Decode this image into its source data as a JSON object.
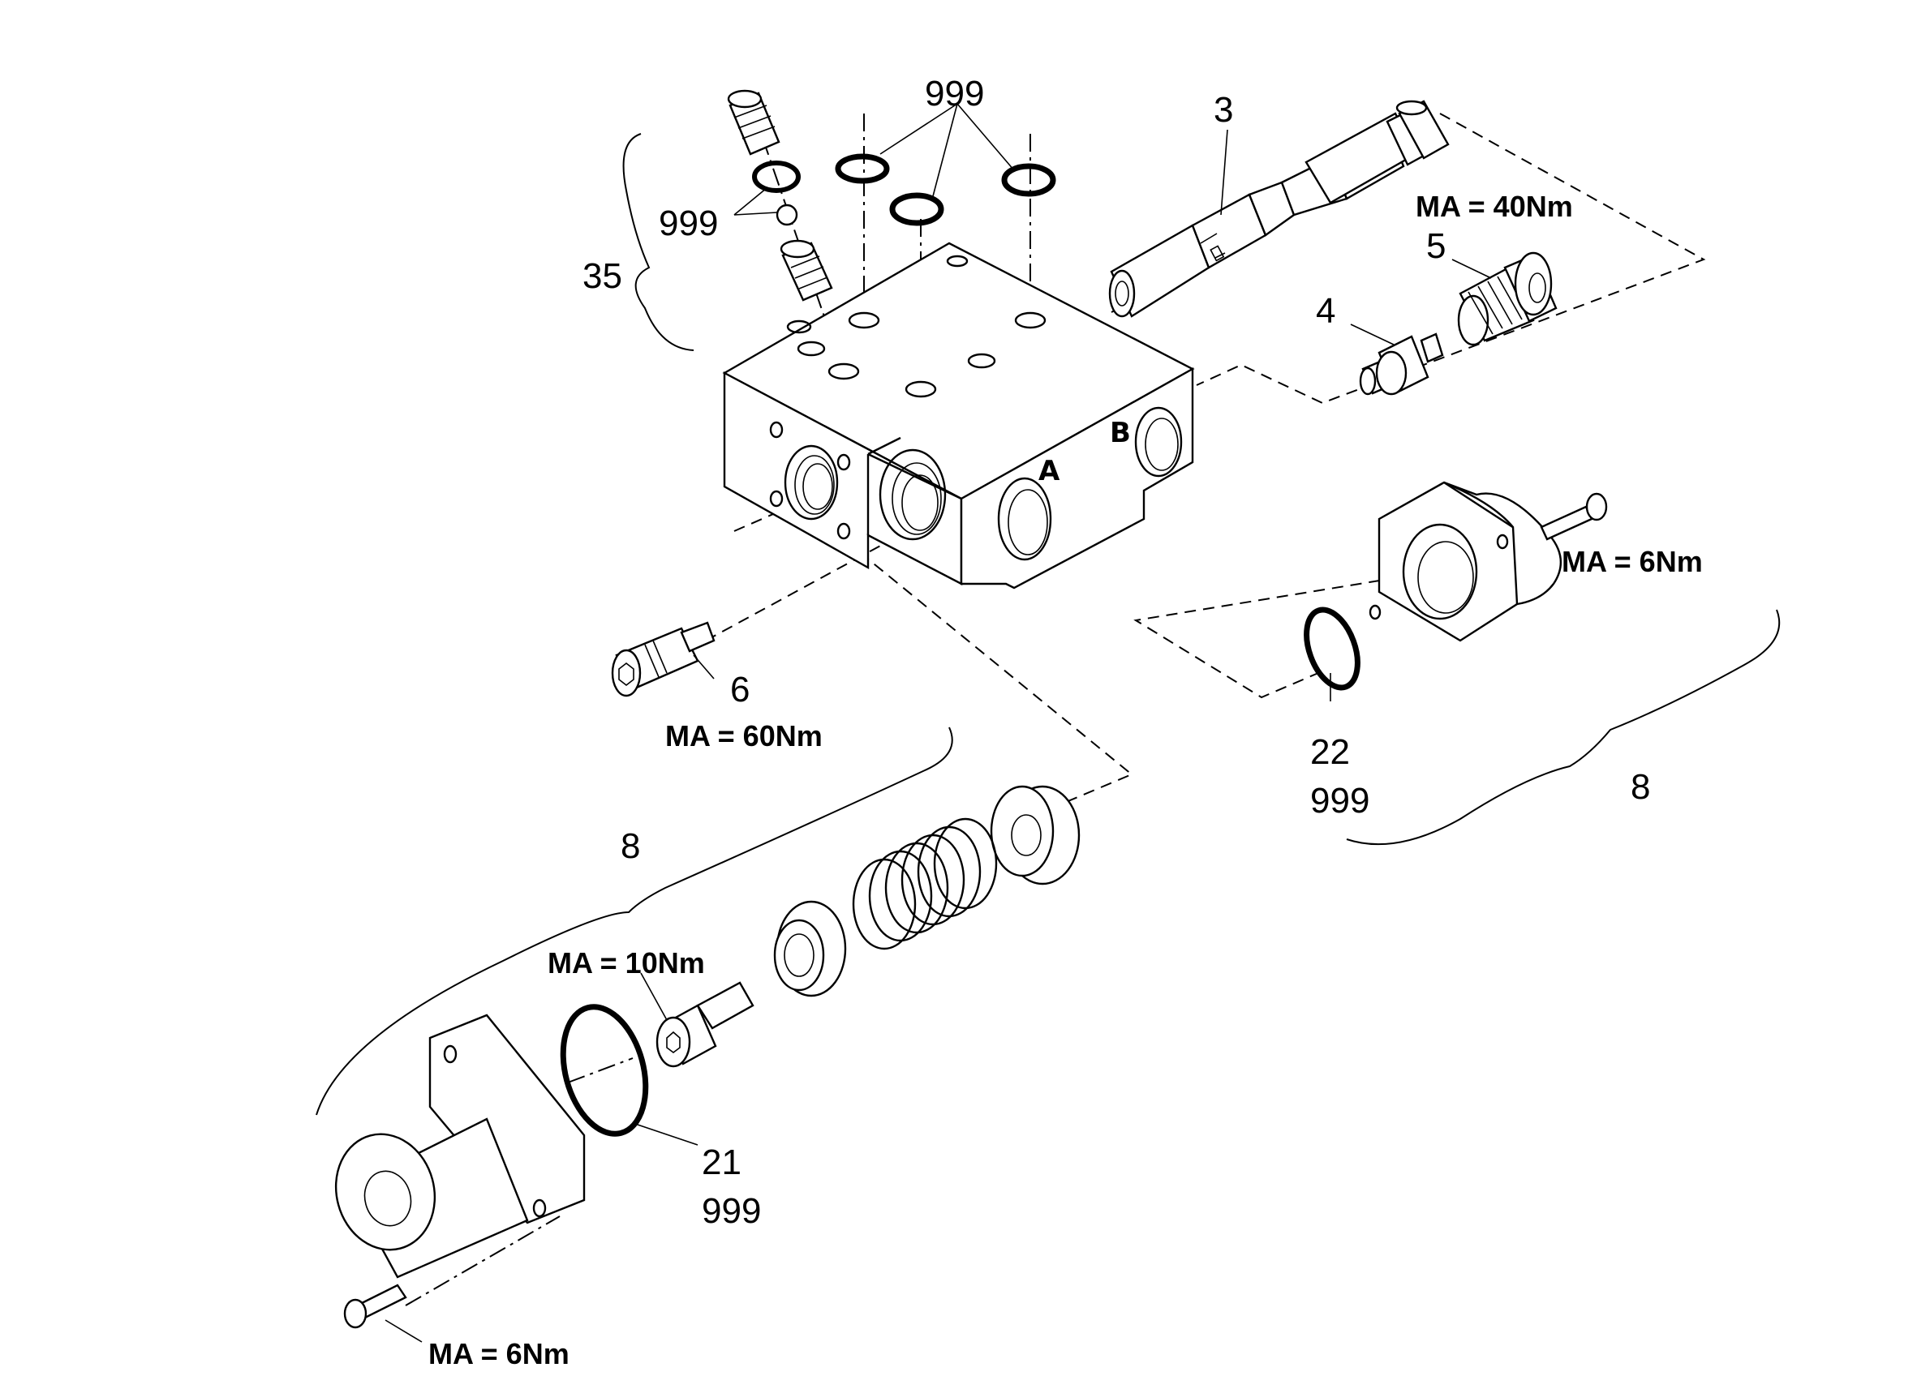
{
  "callouts": {
    "c3": "3",
    "c4": "4",
    "c5": "5",
    "c6": "6",
    "c8_right": "8",
    "c8_left": "8",
    "c21": "21",
    "c22": "22",
    "c35": "35",
    "c999_top": "999",
    "c999_left": "999",
    "c999_right_ring": "999",
    "c999_left_ring": "999"
  },
  "torques": {
    "t40": "MA = 40Nm",
    "t6_right": "MA = 6Nm",
    "t60": "MA = 60Nm",
    "t10": "MA = 10Nm",
    "t6_left": "MA = 6Nm"
  },
  "ports": {
    "a": "A",
    "b": "B"
  }
}
